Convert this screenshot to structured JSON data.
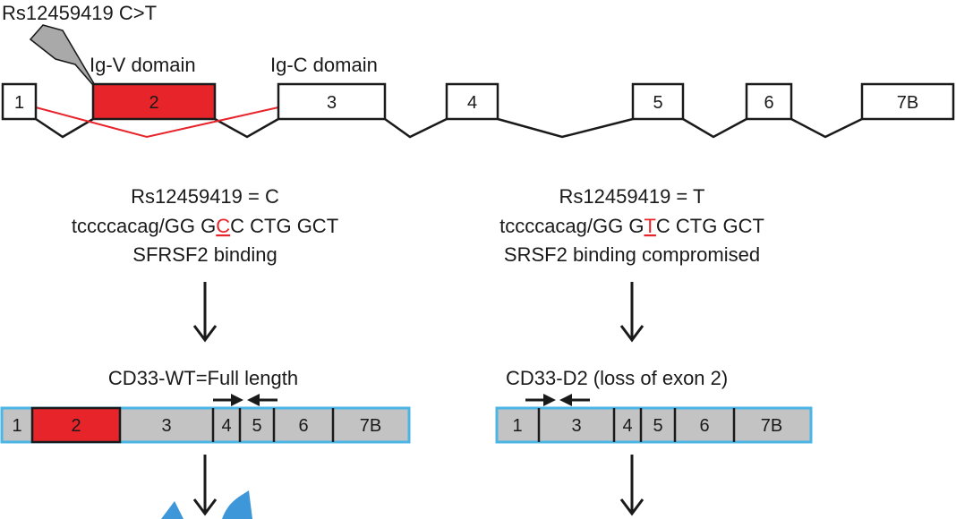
{
  "colors": {
    "exon2_red": "#e8242b",
    "splice_red": "#e8242b",
    "transcript_fill": "#c3c3c3",
    "transcript_border": "#4bb6e6",
    "blue_shape": "#3d97d8",
    "highlight": "#e8242b"
  },
  "snp_label": "Rs12459419 C>T",
  "domains": {
    "igv": "Ig-V domain",
    "igc": "Ig-C domain"
  },
  "gene_exons": [
    "1",
    "2",
    "3",
    "4",
    "5",
    "6",
    "7B"
  ],
  "left": {
    "line1": "Rs12459419 = C",
    "seq_prefix": "tccccacag/GG G",
    "seq_highlight": "C",
    "seq_suffix": "C CTG GCT",
    "line3": "SFRSF2 binding",
    "transcript_title": "CD33-WT=Full length",
    "transcript_exons": [
      "1",
      "2",
      "3",
      "4",
      "5",
      "6",
      "7B"
    ]
  },
  "right": {
    "line1": "Rs12459419 = T",
    "seq_prefix": "tccccacag/GG G",
    "seq_highlight": "T",
    "seq_suffix": "C CTG GCT",
    "line3": "SRSF2 binding compromised",
    "transcript_title": "CD33-D2 (loss of exon 2)",
    "transcript_exons": [
      "1",
      "3",
      "4",
      "5",
      "6",
      "7B"
    ]
  }
}
